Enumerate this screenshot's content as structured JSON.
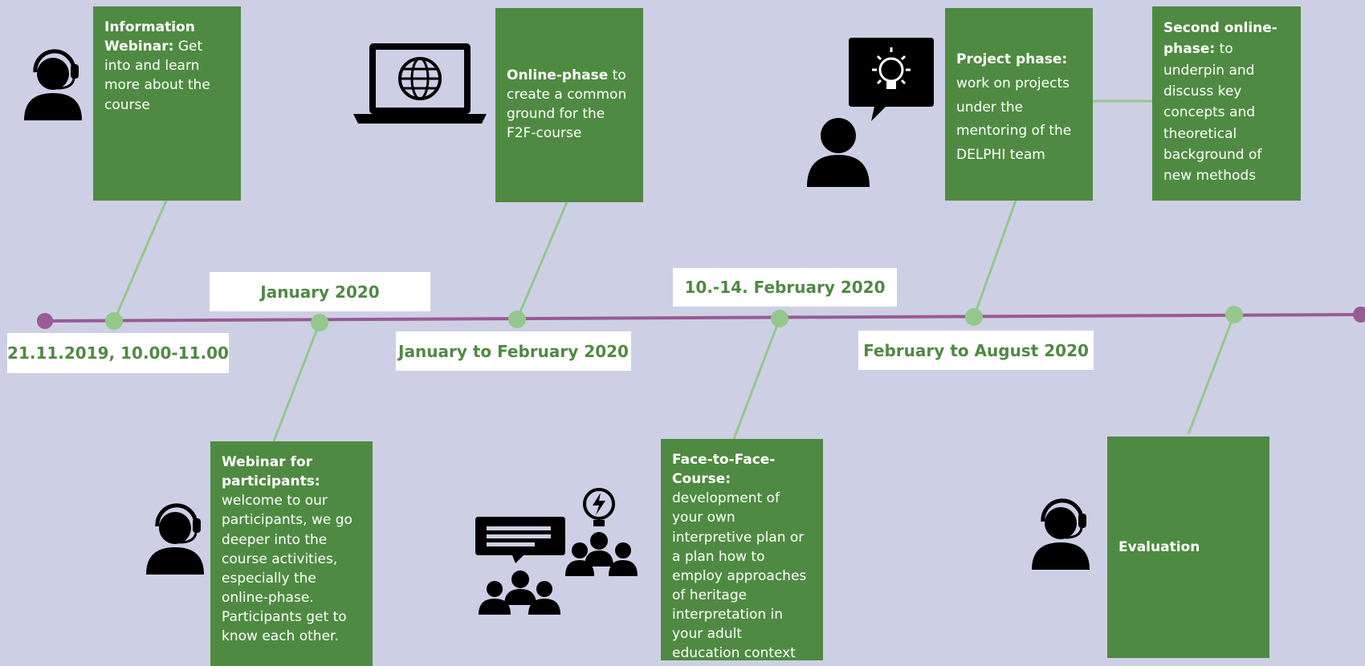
{
  "colors": {
    "background": "#cdd0e4",
    "box_green": "#4f8a42",
    "timeline": "#9a5a95",
    "connector": "#93c88a",
    "date_text": "#4f8a42"
  },
  "timeline": {
    "dates": {
      "d1": "21.11.2019, 10.00-11.00",
      "d2": "January 2020",
      "d3": "January to February 2020",
      "d4": "10.-14. February 2020",
      "d5": "February to August 2020"
    }
  },
  "events": {
    "info_webinar": {
      "title": "Information Webinar:",
      "text": " Get into  and learn more about the course",
      "icon": "headset-person-icon"
    },
    "online_phase": {
      "title": "Online-phase",
      "text": " to create a common ground for the F2F-course",
      "icon": "laptop-globe-icon"
    },
    "project_phase": {
      "title": "Project phase:",
      "text": " work on projects under the mentoring of the DELPHI team",
      "icon": "person-lightbulb-speech-icon"
    },
    "second_online": {
      "title": "Second online-phase:",
      "text": " to underpin and discuss key concepts and theoretical background of new methods"
    },
    "participants_webinar": {
      "title": "Webinar for participants:",
      "text": " welcome to our participants, we go deeper into the course activities, especially the online-phase. Participants get to know each other.",
      "icon": "headset-person-icon"
    },
    "f2f_course": {
      "title": "Face-to-Face-Course:",
      "text": " development of your own interpretive plan or a plan how to employ approaches of heritage interpretation in your adult education context",
      "icon": "group-discussion-icon"
    },
    "evaluation": {
      "title": "Evaluation",
      "icon": "headset-person-icon"
    }
  }
}
